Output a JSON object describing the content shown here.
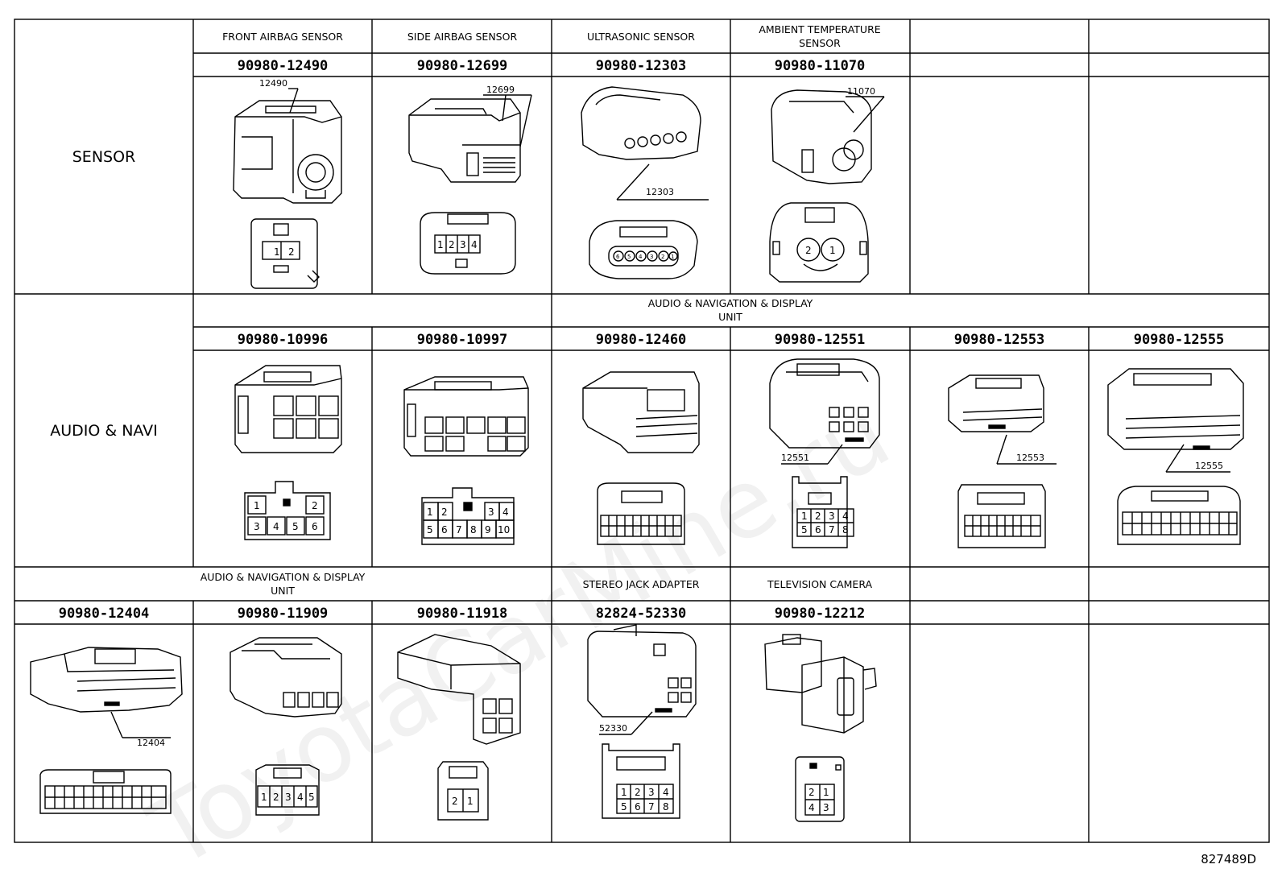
{
  "watermark": "ToyotaCarMine.ru",
  "figure_number": "827489D",
  "rows": {
    "sensor": {
      "category": "SENSOR",
      "headers": [
        "FRONT AIRBAG SENSOR",
        "SIDE AIRBAG SENSOR",
        "ULTRASONIC SENSOR",
        "AMBIENT TEMPERATURE",
        "SENSOR"
      ],
      "parts": [
        "90980-12490",
        "90980-12699",
        "90980-12303",
        "90980-11070"
      ],
      "callouts": [
        "12490",
        "12699",
        "12303",
        "11070"
      ],
      "pins": {
        "c1": [
          "1",
          "2"
        ],
        "c2": [
          "1",
          "2",
          "3",
          "4"
        ],
        "c3": [
          "6",
          "5",
          "4",
          "3",
          "2",
          "1"
        ],
        "c4": [
          "2",
          "1"
        ]
      }
    },
    "audio": {
      "category": "AUDIO & NAVI",
      "header_line1": "AUDIO & NAVIGATION & DISPLAY",
      "header_line2": "UNIT",
      "parts": [
        "90980-10996",
        "90980-10997",
        "90980-12460",
        "90980-12551",
        "90980-12553",
        "90980-12555"
      ],
      "callouts": [
        "12551",
        "12553",
        "12555"
      ],
      "pins": {
        "c1": [
          "1",
          "2",
          "3",
          "4",
          "5",
          "6"
        ],
        "c2": [
          "1",
          "2",
          "3",
          "4",
          "5",
          "6",
          "7",
          "8",
          "9",
          "10"
        ],
        "c4": [
          "1",
          "2",
          "3",
          "4",
          "5",
          "6",
          "7",
          "8"
        ]
      }
    },
    "misc": {
      "header_av_line1": "AUDIO & NAVIGATION & DISPLAY",
      "header_av_line2": "UNIT",
      "header_stereo": "STEREO JACK ADAPTER",
      "header_tv": "TELEVISION CAMERA",
      "parts": [
        "90980-12404",
        "90980-11909",
        "90980-11918",
        "82824-52330",
        "90980-12212"
      ],
      "callouts": [
        "12404",
        "52330"
      ],
      "pins": {
        "c2": [
          "1",
          "2",
          "3",
          "4",
          "5"
        ],
        "c3": [
          "2",
          "1"
        ],
        "c4": [
          "1",
          "2",
          "3",
          "4",
          "5",
          "6",
          "7",
          "8"
        ],
        "c5": [
          "2",
          "1",
          "4",
          "3"
        ]
      }
    }
  }
}
